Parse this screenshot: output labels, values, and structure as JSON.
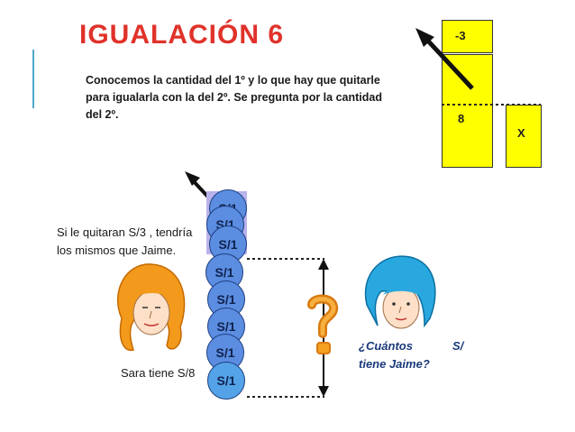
{
  "title": "IGUALACIÓN 6",
  "description": "Conocemos la cantidad del 1º  y lo que hay que quitarle para igualarla con la del 2º. Se pregunta por la cantidad del 2º.",
  "bars": {
    "top_label": "-3",
    "main_label": "8",
    "x_label": "X"
  },
  "coins": [
    "S/1",
    "S/1",
    "S/1",
    "S/1",
    "S/1",
    "S/1",
    "S/1",
    "S/1"
  ],
  "side_text": "Si le quitaran S/3 , tendría los mismos que Jaime.",
  "sara_caption": "Sara tiene S/8",
  "question_line1": "¿Cuántos",
  "question_currency": "S/",
  "question_line2": "tiene Jaime?",
  "colors": {
    "title": "#e0322a",
    "bars": "#ffff00",
    "coin": "#5b8de0",
    "sara_hair": "#f39a1c",
    "jaime_hair": "#29a8e0",
    "question_mark": "#f5a020"
  },
  "icons": [
    "removal-arrow-icon",
    "sara-face",
    "jaime-face",
    "question-mark-icon",
    "height-double-arrow-icon"
  ]
}
